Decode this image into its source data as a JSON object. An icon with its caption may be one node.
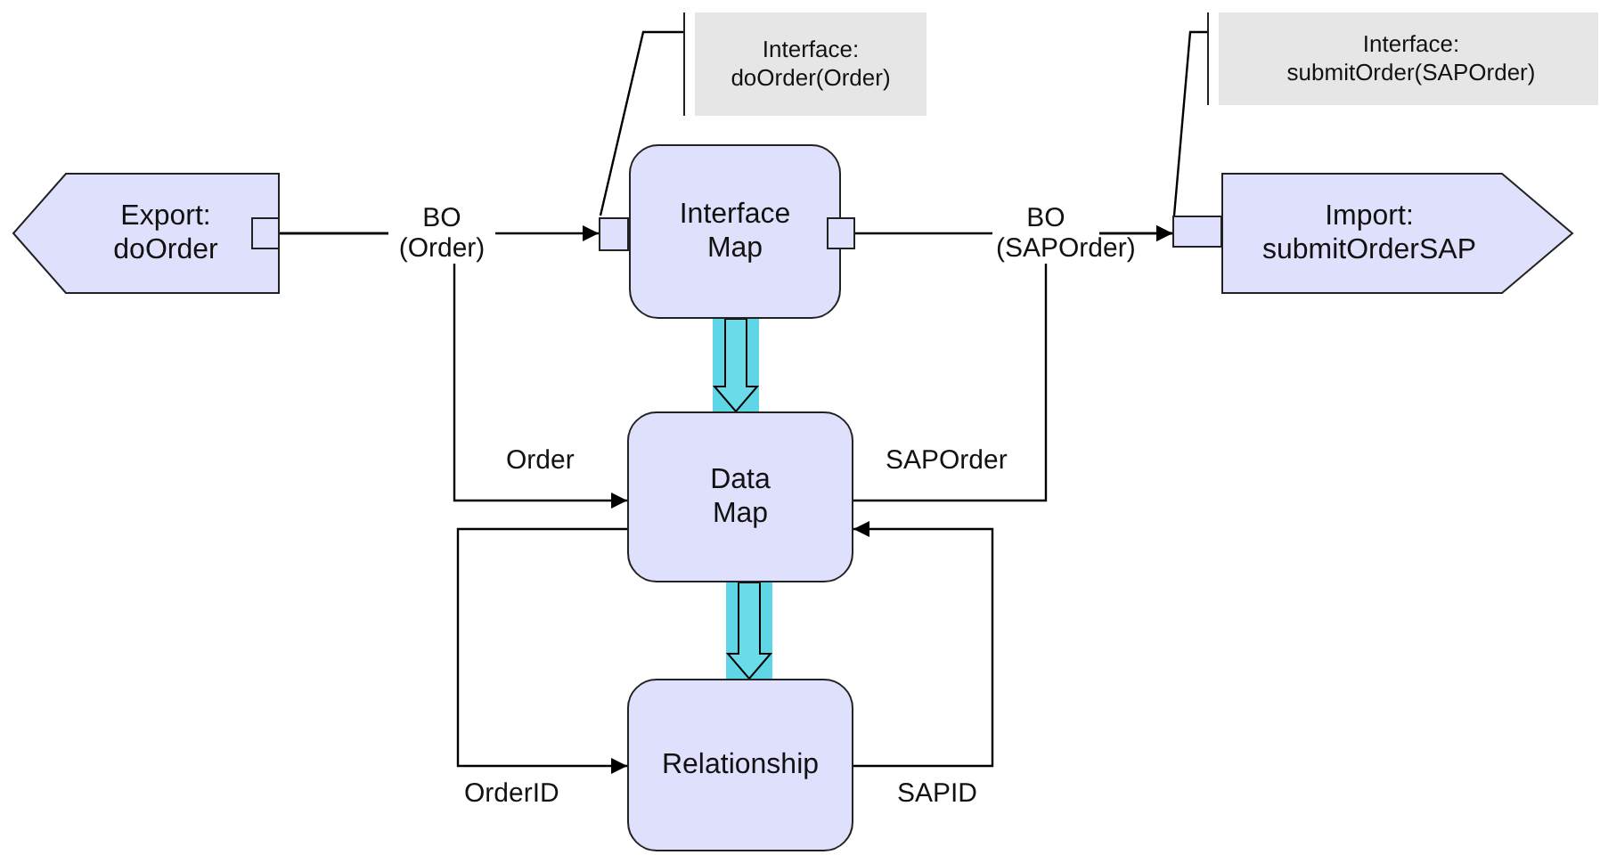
{
  "diagram": {
    "nodes": [
      {
        "text": [
          "Export: doOrder"
        ]
      },
      {
        "text": [
          "Interface Map"
        ]
      },
      {
        "text": [
          "Import: submitOrderSAP"
        ]
      },
      {
        "text": [
          "Data Map"
        ]
      },
      {
        "text": [
          "Relationship"
        ]
      },
      {
        "text": [
          "Interface: doOrder(Order)"
        ]
      },
      {
        "text": [
          "Interface: submitOrder(SAPOrder)"
        ]
      }
    ],
    "edges": [
      {
        "from": 0,
        "to": 1,
        "arrow": "to",
        "label": "BO (Order)"
      },
      {
        "from": 1,
        "to": 2,
        "arrow": "to",
        "label": "BO (SAPOrder)"
      },
      {
        "from": 0,
        "to": 3,
        "arrow": "to",
        "label": "Order"
      },
      {
        "from": 3,
        "to": 2,
        "arrow": "to",
        "label": "SAPOrder"
      },
      {
        "from": 3,
        "to": 4,
        "arrow": "to",
        "label": "OrderID"
      },
      {
        "from": 4,
        "to": 3,
        "arrow": "to",
        "label": "SAPID"
      },
      {
        "from": 1,
        "to": 3,
        "arrow": "to",
        "style": "thick",
        "color": "#5fd6e6"
      },
      {
        "from": 3,
        "to": 4,
        "arrow": "to",
        "style": "thick",
        "color": "#5fd6e6"
      },
      {
        "from": 5,
        "to": 1,
        "arrow": "none"
      },
      {
        "from": 6,
        "to": 2,
        "arrow": "none"
      }
    ]
  }
}
